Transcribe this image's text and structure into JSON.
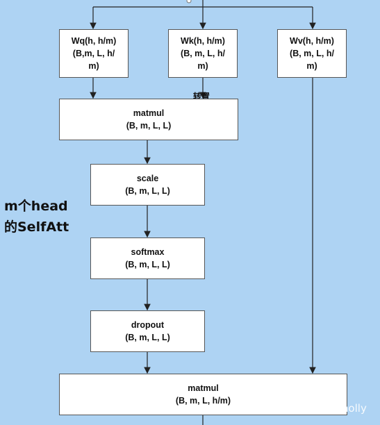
{
  "nodes": {
    "wq": {
      "line1": "Wq(h, h/m)",
      "line2": "(B,m, L, h/",
      "line3": "m)"
    },
    "wk": {
      "line1": "Wk(h, h/m)",
      "line2": "(B, m, L, h/",
      "line3": "m)"
    },
    "wv": {
      "line1": "Wv(h, h/m)",
      "line2": "(B, m, L, h/",
      "line3": "m)"
    },
    "matmul1": {
      "line1": "matmul",
      "line2": "(B, m, L, L)"
    },
    "scale": {
      "line1": "scale",
      "line2": "(B, m, L, L)"
    },
    "softmax": {
      "line1": "softmax",
      "line2": "(B, m, L, L)"
    },
    "dropout": {
      "line1": "dropout",
      "line2": "(B, m, L, L)"
    },
    "matmul2": {
      "line1": "matmul",
      "line2": "(B, m, L, h/m)"
    }
  },
  "labels": {
    "transpose": "转置",
    "side_line1": "m个head",
    "side_line2": "的SelfAtt",
    "watermark": "知乎 @Connolly"
  },
  "colors": {
    "background": "#aed3f3",
    "box_fill": "#ffffff",
    "edge": "#222222"
  }
}
